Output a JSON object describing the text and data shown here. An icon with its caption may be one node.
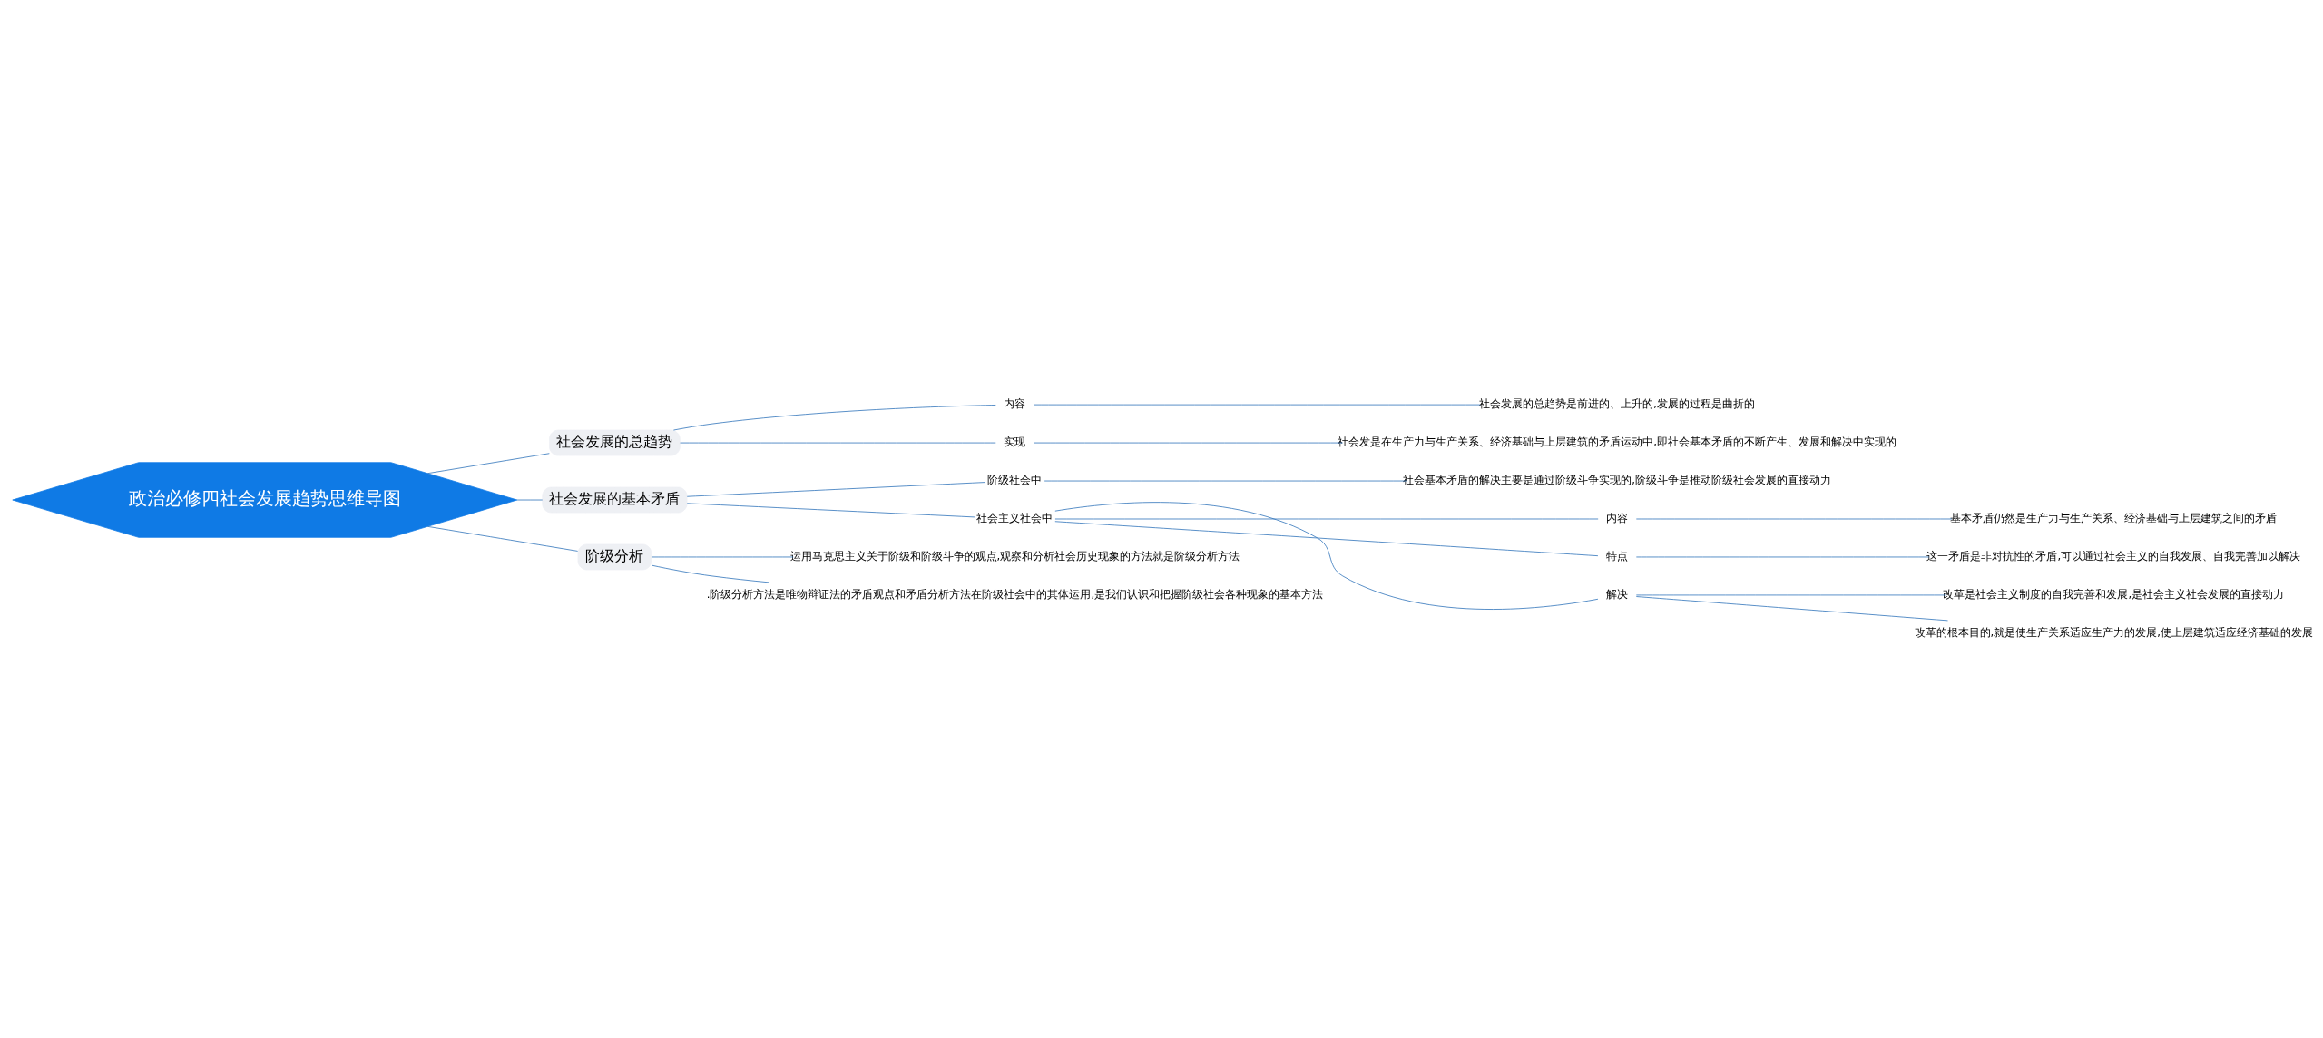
{
  "diagram": {
    "nodes": [
      {
        "text": [
          "政治必修四社会发展趋势思维导图"
        ]
      },
      {
        "text": [
          "社会发展的总趋势"
        ]
      },
      {
        "text": [
          "内容"
        ]
      },
      {
        "text": [
          "社会发展的总趋势是前进的、上升的,发展的过程是曲折的"
        ]
      },
      {
        "text": [
          "实现"
        ]
      },
      {
        "text": [
          "社会发是在生产力与生产关系、经济基础与上层建筑的矛盾运动中,即社会基本矛盾的不断产生、发展和解决中实现的"
        ]
      },
      {
        "text": [
          "社会发展的基本矛盾"
        ]
      },
      {
        "text": [
          "阶级社会中"
        ]
      },
      {
        "text": [
          "社会基本矛盾的解决主要是通过阶级斗争实现的,阶级斗争是推动阶级社会发展的直接动力"
        ]
      },
      {
        "text": [
          "社会主义社会中"
        ]
      },
      {
        "text": [
          "内容"
        ]
      },
      {
        "text": [
          "基本矛盾仍然是生产力与生产关系、经济基础与上层建筑之间的矛盾"
        ]
      },
      {
        "text": [
          "特点"
        ]
      },
      {
        "text": [
          "这一矛盾是非对抗性的矛盾,可以通过社会主义的自我发展、自我完善加以解决"
        ]
      },
      {
        "text": [
          "解决"
        ]
      },
      {
        "text": [
          "改革是社会主义制度的自我完善和发展,是社会主义社会发展的直接动力"
        ]
      },
      {
        "text": [
          "改革的根本目的,就是使生产关系适应生产力的发展,使上层建筑适应经济基础的发展"
        ]
      },
      {
        "text": [
          "阶级分析"
        ]
      },
      {
        "text": [
          "运用马克思主义关于阶级和阶级斗争的观点,观察和分析社会历史现象的方法就是阶级分析方法"
        ]
      },
      {
        "text": [
          ".阶级分析方法是唯物辩证法的矛盾观点和矛盾分析方法在阶级社会中的其体运用,是我们认识和把握阶级社会各种现象的基本方法"
        ]
      }
    ],
    "edges": [
      {
        "from": 0,
        "to": 1,
        "arrow": "none"
      },
      {
        "from": 1,
        "to": 2,
        "arrow": "none"
      },
      {
        "from": 2,
        "to": 3,
        "arrow": "none"
      },
      {
        "from": 1,
        "to": 4,
        "arrow": "none"
      },
      {
        "from": 4,
        "to": 5,
        "arrow": "none"
      },
      {
        "from": 0,
        "to": 6,
        "arrow": "none"
      },
      {
        "from": 6,
        "to": 7,
        "arrow": "none"
      },
      {
        "from": 7,
        "to": 8,
        "arrow": "none"
      },
      {
        "from": 6,
        "to": 9,
        "arrow": "none"
      },
      {
        "from": 9,
        "to": 10,
        "arrow": "none"
      },
      {
        "from": 10,
        "to": 11,
        "arrow": "none"
      },
      {
        "from": 9,
        "to": 12,
        "arrow": "none"
      },
      {
        "from": 12,
        "to": 13,
        "arrow": "none"
      },
      {
        "from": 9,
        "to": 14,
        "arrow": "none"
      },
      {
        "from": 14,
        "to": 15,
        "arrow": "none"
      },
      {
        "from": 14,
        "to": 16,
        "arrow": "none"
      },
      {
        "from": 0,
        "to": 17,
        "arrow": "none"
      },
      {
        "from": 17,
        "to": 18,
        "arrow": "none"
      },
      {
        "from": 17,
        "to": 19,
        "arrow": "none"
      }
    ]
  }
}
